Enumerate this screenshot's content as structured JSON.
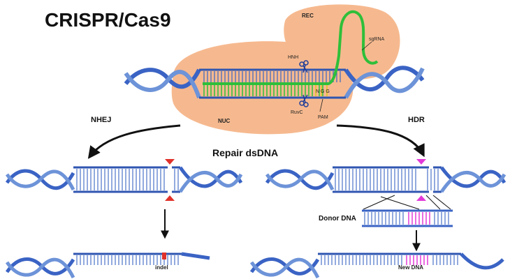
{
  "title": "CRISPR/Cas9",
  "cas9": {
    "rec_label": "REC",
    "nuc_label": "NUC",
    "hnh_label": "HNH",
    "ruvc_label": "RuvC",
    "sgrna_label": "sgRNA",
    "pam_label": "PAM",
    "ngg_label": "N G G"
  },
  "pathways": {
    "nhej_label": "NHEJ",
    "hdr_label": "HDR",
    "repair_label": "Repair dsDNA"
  },
  "results": {
    "indel_label": "indel",
    "donor_label": "Donor DNA",
    "new_dna_label": "New DNA"
  },
  "colors": {
    "protein": "#f6b98f",
    "dna_blue": "#3a63c4",
    "dna_light": "#9cc1ec",
    "sgrna_green": "#2fbf3a",
    "cut_red": "#e0312a",
    "new_dna_magenta": "#e23ad8",
    "pam_yellow": "#e6c33a"
  }
}
